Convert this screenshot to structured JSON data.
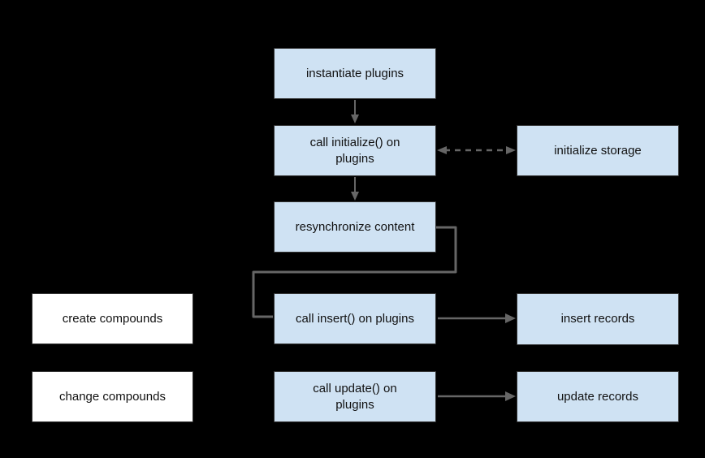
{
  "diagram": {
    "type": "flowchart",
    "colors": {
      "background": "#000000",
      "node_fill": "#cfe2f3",
      "node_fill_alt": "#ffffff",
      "node_border": "#333333",
      "arrow": "#666666",
      "text": "#111111"
    },
    "nodes": {
      "instantiate_plugins": {
        "label": "instantiate plugins"
      },
      "call_initialize": {
        "label": "call initialize() on\nplugins"
      },
      "initialize_storage": {
        "label": "initialize storage"
      },
      "resynchronize_content": {
        "label": "resynchronize content"
      },
      "create_compounds": {
        "label": "create compounds"
      },
      "call_insert": {
        "label": "call insert() on plugins"
      },
      "insert_records": {
        "label": "insert records"
      },
      "change_compounds": {
        "label": "change compounds"
      },
      "call_update": {
        "label": "call update() on\nplugins"
      },
      "update_records": {
        "label": "update records"
      }
    },
    "edges": [
      {
        "from": "instantiate_plugins",
        "to": "call_initialize",
        "style": "solid-arrow-down"
      },
      {
        "from": "call_initialize",
        "to": "initialize_storage",
        "style": "dashed-double-arrow"
      },
      {
        "from": "call_initialize",
        "to": "resynchronize_content",
        "style": "solid-arrow-down"
      },
      {
        "from": "resynchronize_content",
        "to": "call_insert",
        "style": "elbow-line"
      },
      {
        "from": "call_insert",
        "to": "insert_records",
        "style": "solid-arrow-right"
      },
      {
        "from": "call_update",
        "to": "update_records",
        "style": "solid-arrow-right"
      }
    ]
  }
}
